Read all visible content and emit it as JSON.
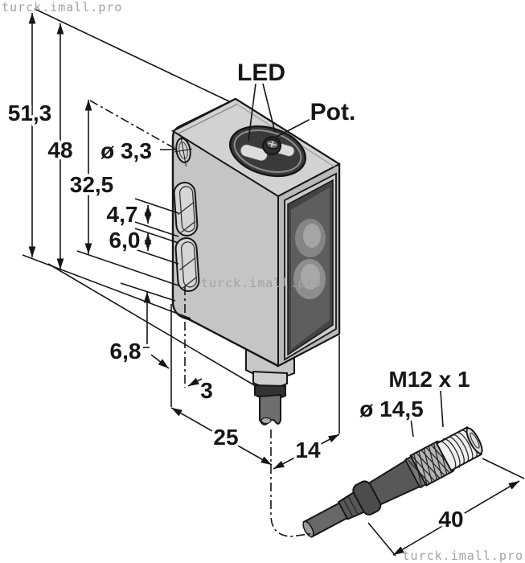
{
  "watermarks": {
    "top_left": "turck.imall.pro",
    "center": "turck.imall.pro",
    "bottom_right": "turck.imall.pro"
  },
  "callouts": {
    "led": "LED",
    "pot": "Pot."
  },
  "dimensions": {
    "overall_height": "51,3",
    "housing_height": "48",
    "mounting_hole_diameter": "ø 3,3",
    "hole_to_bottom": "32,5",
    "slot_width": "4,7",
    "slot_pitch": "6,0",
    "gland_length": "6,8",
    "slot_center_offset": "3",
    "housing_depth": "25",
    "housing_width": "14",
    "connector_thread": "M12 x 1",
    "connector_diameter": "ø 14,5",
    "connector_length": "40"
  },
  "colors": {
    "background": "#ffffff",
    "outline": "#161616",
    "body_top": "#d2d2d2",
    "body_left": "#c5c5c5",
    "body_front": "#b9b9b9",
    "lens_window": "#434343",
    "bezel": "#3a3a3a",
    "connector_dark": "#585858",
    "watermark": "#a2a2a2"
  }
}
